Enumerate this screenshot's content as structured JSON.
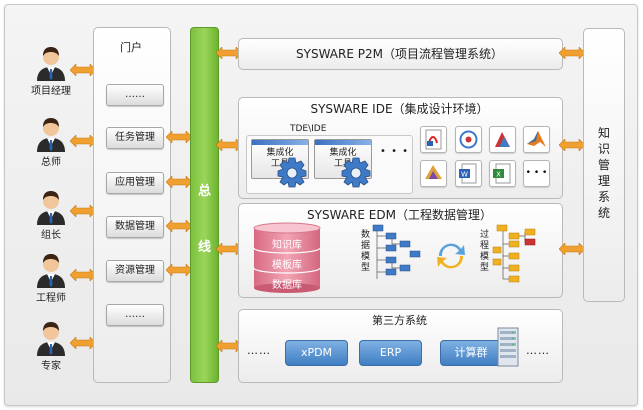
{
  "roles": [
    {
      "label": "项目经理",
      "icon": "person-icon"
    },
    {
      "label": "总师",
      "icon": "person-icon"
    },
    {
      "label": "组长",
      "icon": "person-icon"
    },
    {
      "label": "工程师",
      "icon": "person-icon"
    },
    {
      "label": "专家",
      "icon": "person-icon"
    }
  ],
  "portal": {
    "title": "门户",
    "buttons": [
      "……",
      "任务管理",
      "应用管理",
      "数据管理",
      "资源管理",
      "……"
    ]
  },
  "bus": {
    "chars": [
      "总",
      "线"
    ],
    "color": "#7cc13f"
  },
  "p2m": {
    "title": "SYSWARE P2M（项目流程管理系统）"
  },
  "ide": {
    "title": "SYSWARE IDE（集成设计环境）",
    "subtitle": "TDE\\IDE",
    "tool_label_1": "集成化",
    "tool_label_2": "工具",
    "ellipsis": "• • •",
    "app_icons": [
      "pdf-icon",
      "catia-icon",
      "solidworks-icon",
      "matlab-icon",
      "3d-model-icon",
      "word-icon",
      "excel-icon",
      "more-icon"
    ],
    "more_text": "• • •"
  },
  "edm": {
    "title": "SYSWARE EDM（工程数据管理）",
    "db_layers": [
      "知识库",
      "模板库",
      "数据库"
    ],
    "data_model": "数据模型",
    "process_model": "过程模型"
  },
  "third": {
    "title": "第三方系统",
    "left_dots": "……",
    "right_dots": "……",
    "items": [
      "xPDM",
      "ERP",
      "计算群"
    ]
  },
  "kms": {
    "chars": [
      "知",
      "识",
      "管",
      "理",
      "系",
      "统"
    ]
  },
  "colors": {
    "accent_blue": "#3f7fc3",
    "bus_green": "#7cc13f",
    "arrow_orange": "#f0a030",
    "cylinder_pink": "#e07f96"
  }
}
